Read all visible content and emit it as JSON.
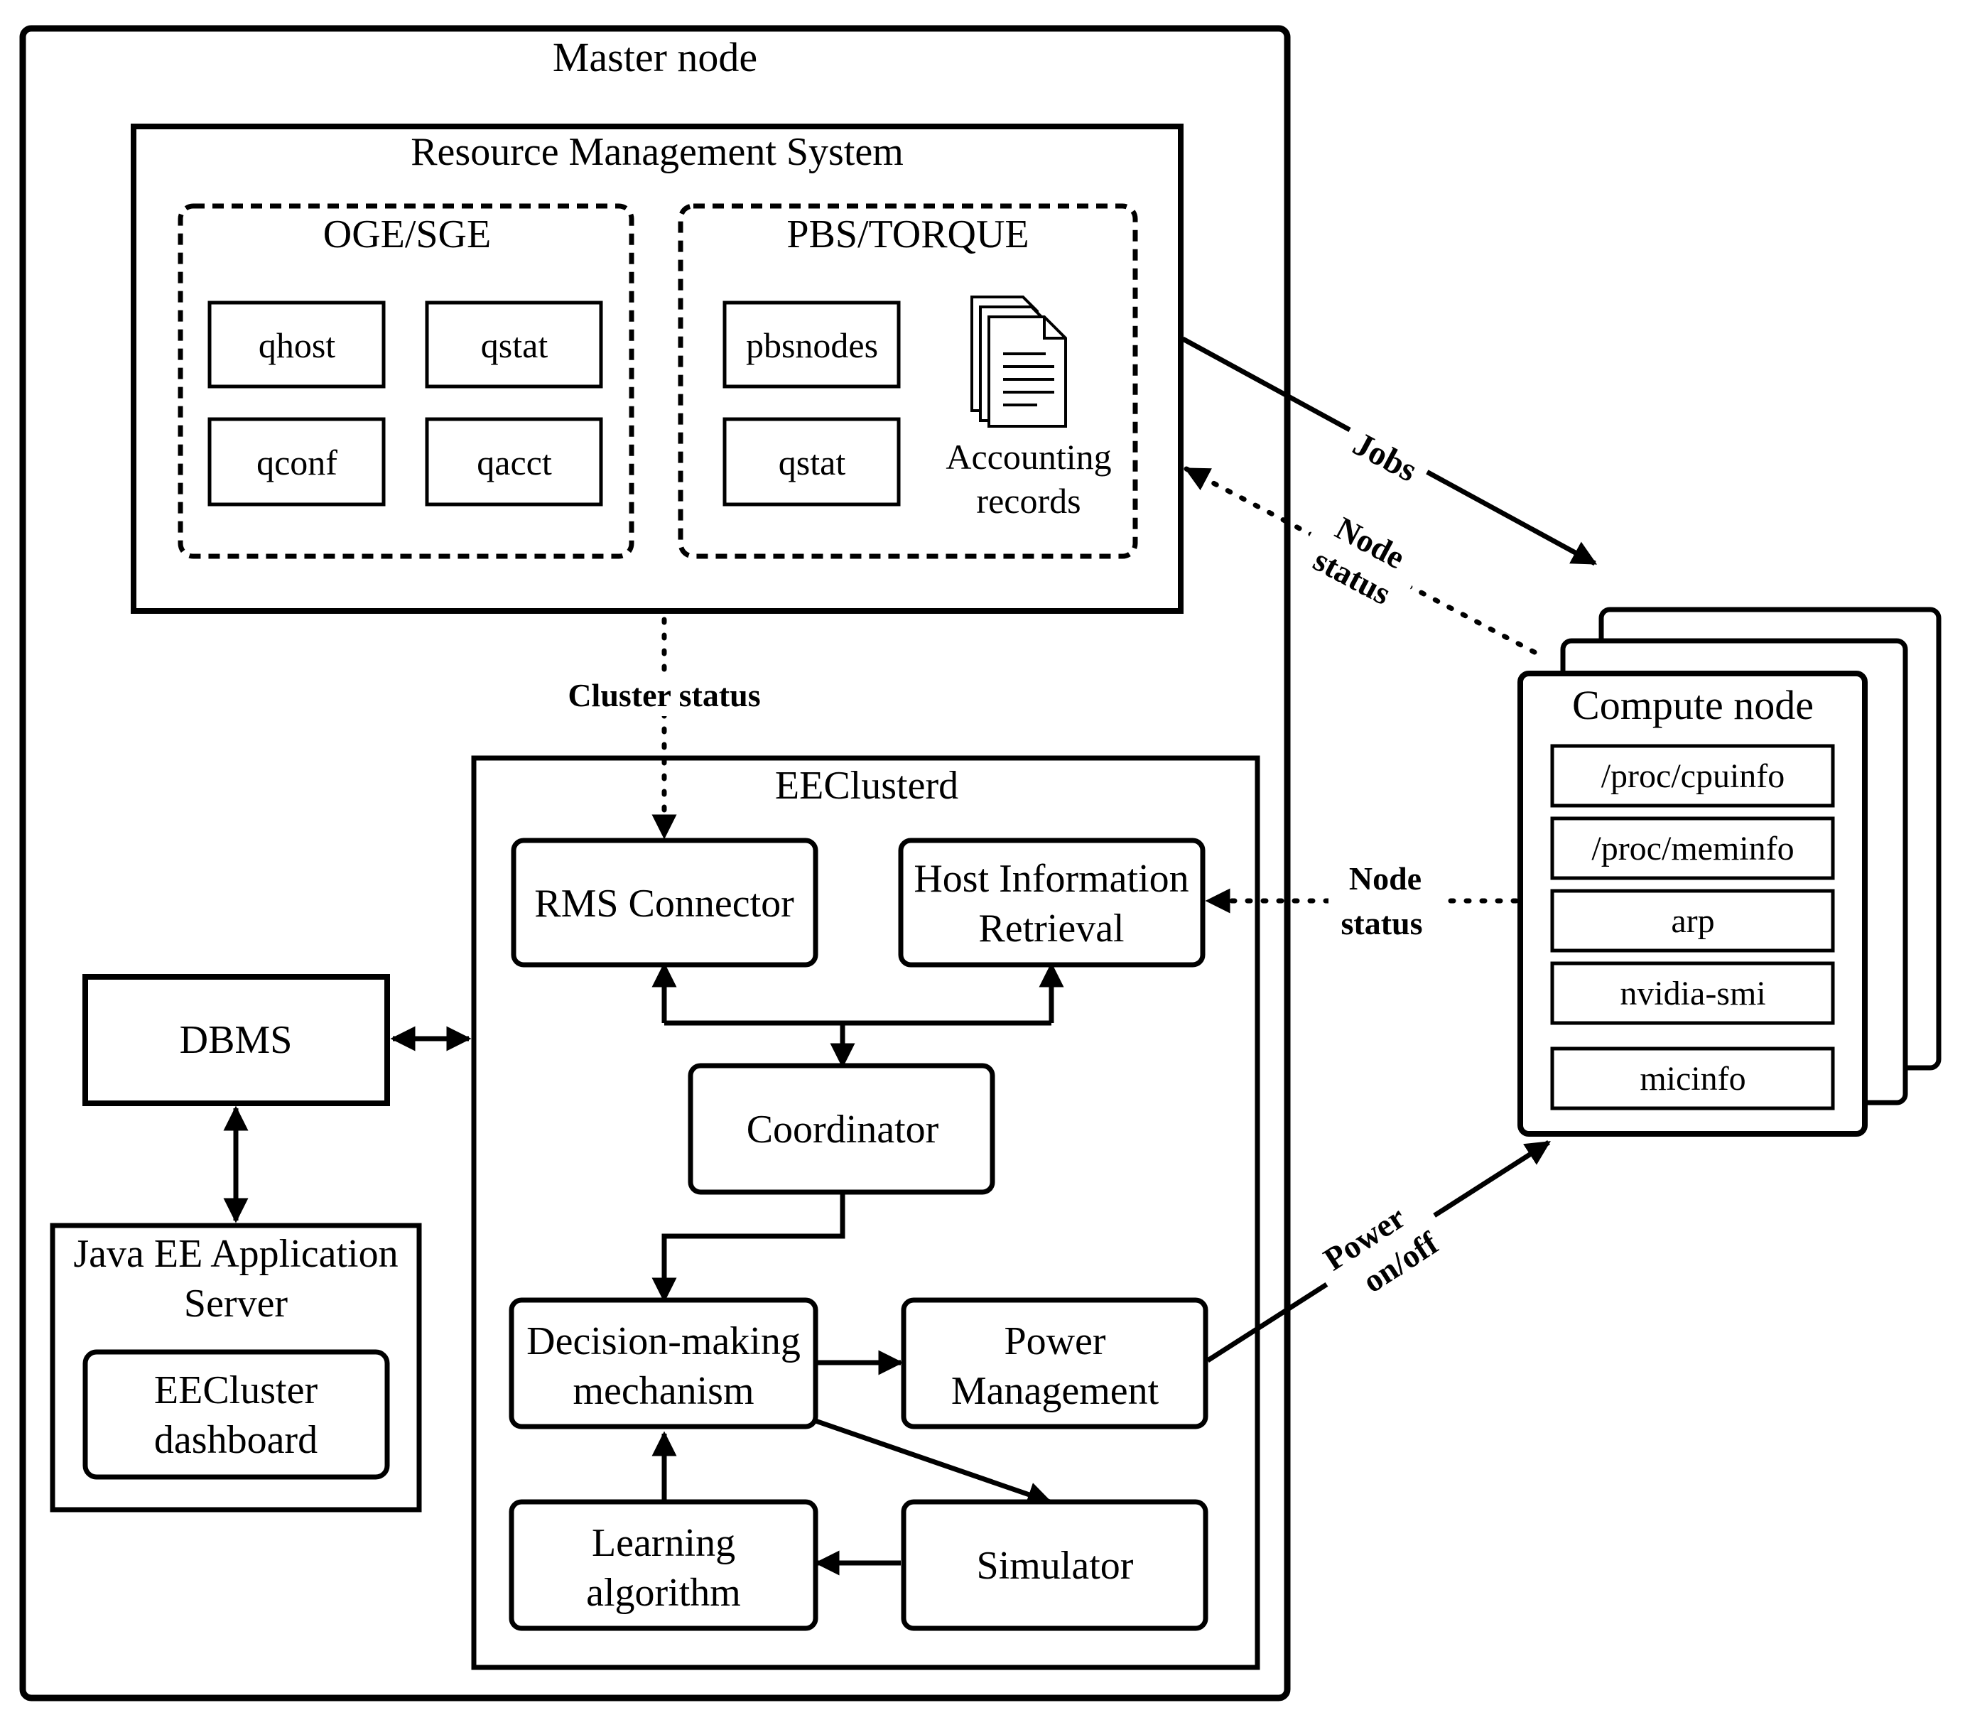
{
  "master": {
    "title": "Master node"
  },
  "rms": {
    "title": "Resource Management System",
    "oge": {
      "title": "OGE/SGE",
      "cmds": [
        "qhost",
        "qstat",
        "qconf",
        "qacct"
      ]
    },
    "pbs": {
      "title": "PBS/TORQUE",
      "cmds": [
        "pbsnodes",
        "qstat"
      ],
      "acct_line1": "Accounting",
      "acct_line2": "records"
    }
  },
  "eecd": {
    "title": "EEClusterd",
    "rms_connector": "RMS Connector",
    "host_info_1": "Host Information",
    "host_info_2": "Retrieval",
    "coordinator": "Coordinator",
    "decision_1": "Decision-making",
    "decision_2": "mechanism",
    "power_1": "Power",
    "power_2": "Management",
    "learning_1": "Learning",
    "learning_2": "algorithm",
    "simulator": "Simulator"
  },
  "dbms": "DBMS",
  "javaee": {
    "line1": "Java EE Application",
    "line2": "Server",
    "dash_1": "EECluster",
    "dash_2": "dashboard"
  },
  "compute": {
    "title": "Compute node",
    "items": [
      "/proc/cpuinfo",
      "/proc/meminfo",
      "arp",
      "nvidia-smi",
      "micinfo"
    ]
  },
  "labels": {
    "jobs": "Jobs",
    "node_status_1": "Node",
    "node_status_2": "status",
    "cluster_status": "Cluster status",
    "power_onoff_1": "Power",
    "power_onoff_2": "on/off"
  }
}
